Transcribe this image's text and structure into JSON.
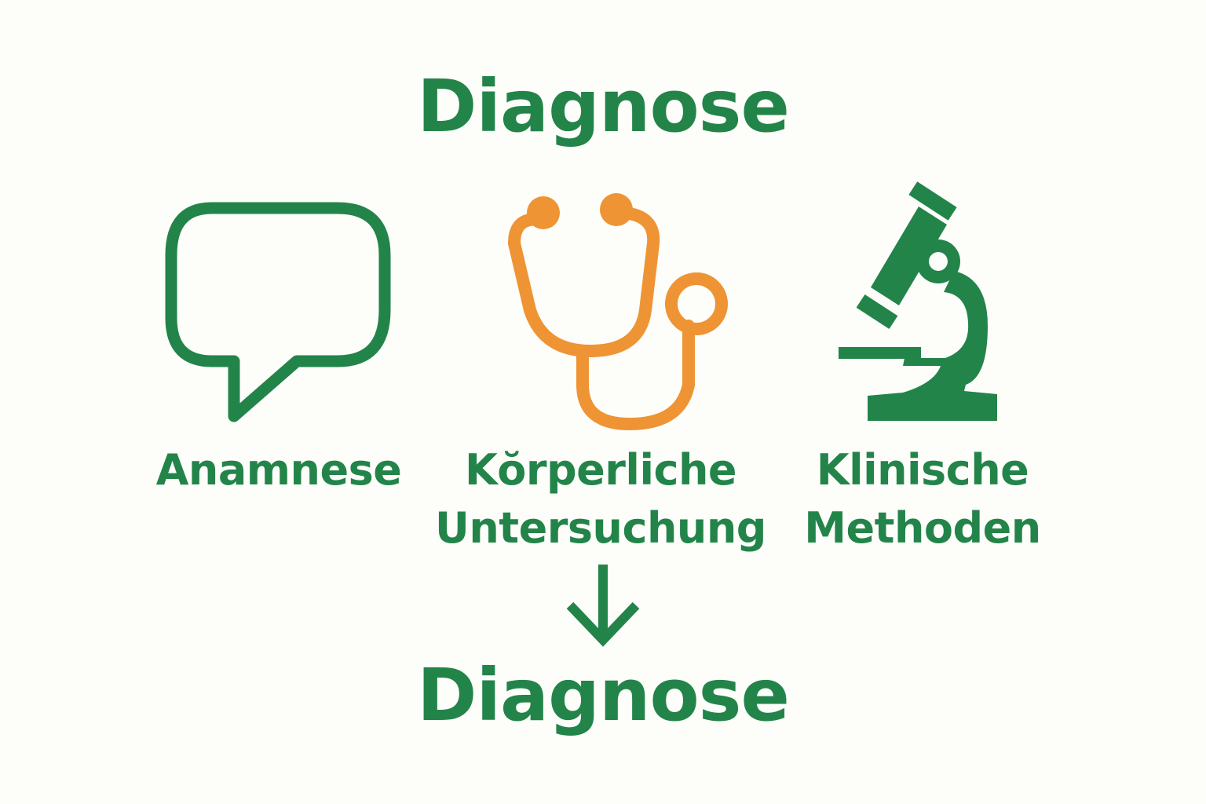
{
  "title": "Diagnose",
  "result": "Diagnose",
  "colors": {
    "green": "#23844a",
    "orange": "#ee9434",
    "background": "#fdfdfa"
  },
  "steps": [
    {
      "icon": "speech-bubble-icon",
      "lines": [
        "Anamnese"
      ]
    },
    {
      "icon": "stethoscope-icon",
      "lines": [
        "Kŏrperliche",
        "Untersuchung"
      ]
    },
    {
      "icon": "microscope-icon",
      "lines": [
        "Klinische",
        "Methoden"
      ]
    }
  ],
  "flow_arrow": "down-arrow-icon"
}
